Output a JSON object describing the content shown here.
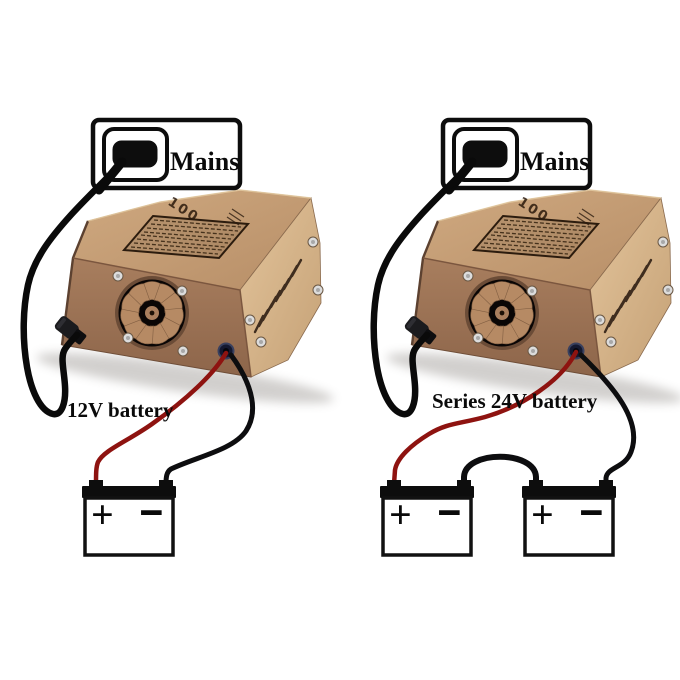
{
  "left_setup": {
    "mains_label": "Mains",
    "battery_label": "12V battery"
  },
  "right_setup": {
    "mains_label": "Mains",
    "battery_label": "Series 24V battery"
  },
  "charger": {
    "top_panel_marking": "100"
  },
  "battery_symbols": {
    "positive": "+",
    "negative": "−"
  },
  "colors": {
    "wire_red": "#8e1310",
    "wire_black": "#0d0d0f",
    "cable_black": "#0a0a0a",
    "charger_top": "#c8a278",
    "charger_front": "#9d7456",
    "charger_side": "#d8b58a",
    "battery_body": "#ffffff",
    "outline": "#0d0d0d",
    "background": "#ffffff"
  }
}
